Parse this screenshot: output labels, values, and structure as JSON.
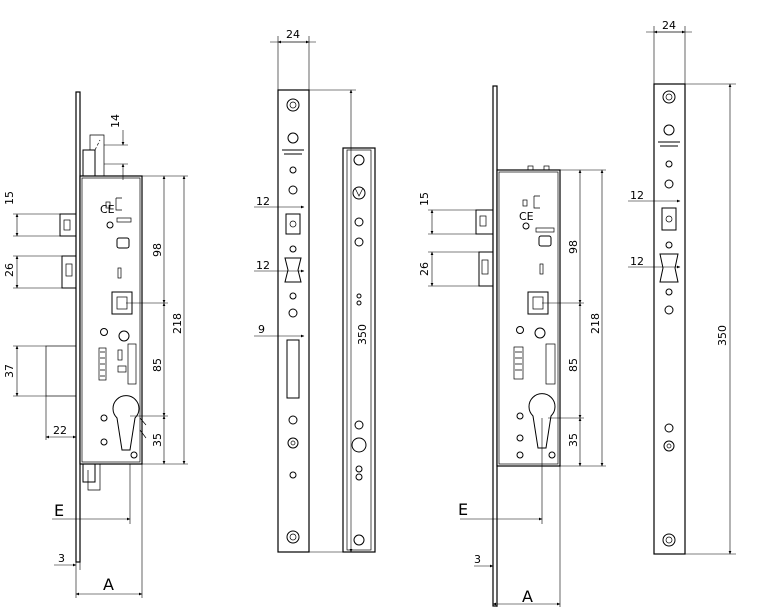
{
  "drawing_1": {
    "dims": {
      "d14": "14",
      "d15": "15",
      "d26": "26",
      "d37": "37",
      "d22": "22",
      "d98": "98",
      "d85": "85",
      "d35": "35",
      "d218": "218",
      "d3": "3",
      "E": "E",
      "A": "A"
    }
  },
  "drawing_2": {
    "dims": {
      "d24": "24",
      "d12a": "12",
      "d12b": "12",
      "d9": "9",
      "d350": "350"
    }
  },
  "drawing_3": {
    "dims": {
      "d15": "15",
      "d26": "26",
      "d98": "98",
      "d85": "85",
      "d35": "35",
      "d218": "218",
      "d3": "3",
      "E": "E",
      "A": "A"
    }
  },
  "drawing_4": {
    "dims": {
      "d24": "24",
      "d12a": "12",
      "d12b": "12",
      "d350": "350"
    }
  },
  "marks": {
    "ce": "CE"
  }
}
